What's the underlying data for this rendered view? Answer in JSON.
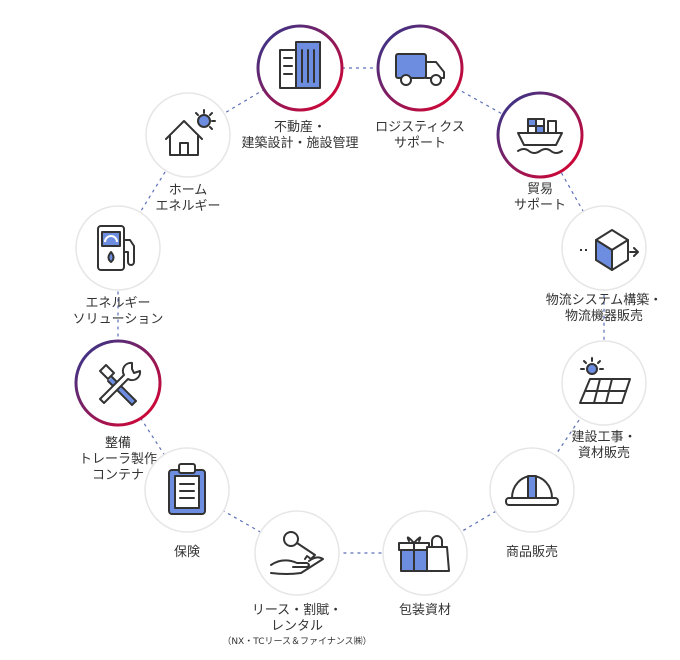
{
  "colors": {
    "accent_blue": "#2b3990",
    "accent_red": "#e4002b",
    "icon_fill": "#6d8de0",
    "icon_stroke": "#333333",
    "ring": "#5a6fb8"
  },
  "nodes": [
    {
      "id": "real-estate",
      "icon": "building-icon",
      "label_lines": [
        "不動産・",
        "建築設計・施設管理"
      ],
      "highlight": true
    },
    {
      "id": "logistics",
      "icon": "truck-icon",
      "label_lines": [
        "ロジスティクス",
        "サポート"
      ],
      "highlight": true
    },
    {
      "id": "trade",
      "icon": "ship-icon",
      "label_lines": [
        "貿易",
        "サポート"
      ],
      "highlight": true
    },
    {
      "id": "logistics-system",
      "icon": "box-icon",
      "label_lines": [
        "物流システム構築・",
        "物流機器販売"
      ],
      "highlight": false
    },
    {
      "id": "construction",
      "icon": "solar-panel-icon",
      "label_lines": [
        "建設工事・",
        "資材販売"
      ],
      "highlight": false
    },
    {
      "id": "products",
      "icon": "helmet-icon",
      "label_lines": [
        "商品販売"
      ],
      "highlight": false
    },
    {
      "id": "packaging",
      "icon": "gift-bag-icon",
      "label_lines": [
        "包装資材"
      ],
      "highlight": false
    },
    {
      "id": "lease",
      "icon": "key-hand-icon",
      "label_lines": [
        "リース・割賦・",
        "レンタル"
      ],
      "note": "（NX・TCリース＆ファイナンス㈱）",
      "highlight": false
    },
    {
      "id": "insurance",
      "icon": "clipboard-icon",
      "label_lines": [
        "保険"
      ],
      "highlight": false
    },
    {
      "id": "maintenance",
      "icon": "tools-icon",
      "label_lines": [
        "整備",
        "トレーラ製作",
        "コンテナ"
      ],
      "highlight": true
    },
    {
      "id": "energy-solution",
      "icon": "fuel-pump-icon",
      "label_lines": [
        "エネルギー",
        "ソリューション"
      ],
      "highlight": false
    },
    {
      "id": "home-energy",
      "icon": "house-sun-icon",
      "label_lines": [
        "ホーム",
        "エネルギー"
      ],
      "highlight": false
    }
  ]
}
